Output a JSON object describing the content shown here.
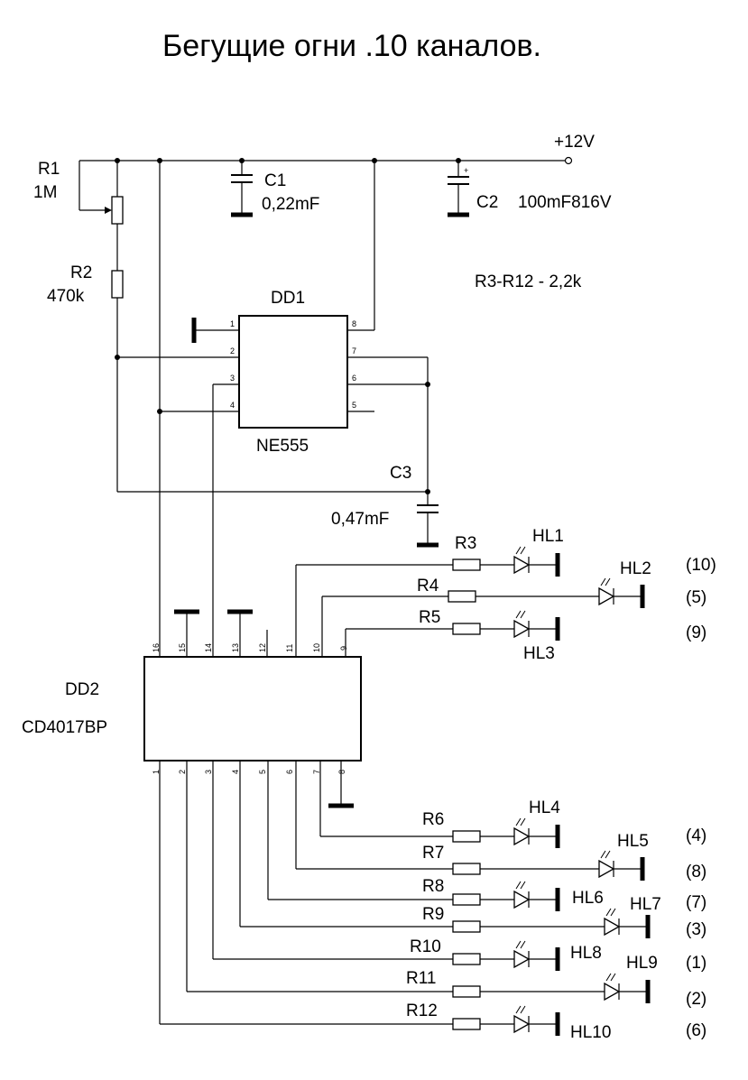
{
  "title": "Бегущие огни .10 каналов.",
  "supply": {
    "label": "+12V"
  },
  "note": "R3-R12 - 2,2k",
  "components": {
    "r1": {
      "ref": "R1",
      "value": "1M"
    },
    "r2": {
      "ref": "R2",
      "value": "470k"
    },
    "c1": {
      "ref": "C1",
      "value": "0,22mF"
    },
    "c2": {
      "ref": "C2",
      "value": "100mF816V",
      "polarity": "+"
    },
    "c3": {
      "ref": "C3",
      "value": "0,47mF"
    },
    "dd1": {
      "ref": "DD1",
      "part": "NE555",
      "pins": [
        "1",
        "2",
        "3",
        "4",
        "5",
        "6",
        "7",
        "8"
      ]
    },
    "dd2": {
      "ref": "DD2",
      "part": "CD4017BP",
      "pins_top": [
        "16",
        "15",
        "14",
        "13",
        "12",
        "11",
        "10",
        "9"
      ],
      "pins_bottom": [
        "1",
        "2",
        "3",
        "4",
        "5",
        "6",
        "7",
        "8"
      ]
    }
  },
  "channels": [
    {
      "resistor": "R3",
      "led": "HL1",
      "order": "(10)"
    },
    {
      "resistor": "R4",
      "led": "HL2",
      "order": "(5)"
    },
    {
      "resistor": "R5",
      "led": "HL3",
      "order": "(9)"
    },
    {
      "resistor": "R6",
      "led": "HL4",
      "order": "(4)"
    },
    {
      "resistor": "R7",
      "led": "HL5",
      "order": "(8)"
    },
    {
      "resistor": "R8",
      "led": "HL6",
      "order": "(7)"
    },
    {
      "resistor": "R9",
      "led": "HL7",
      "order": "(3)"
    },
    {
      "resistor": "R10",
      "led": "HL8",
      "order": "(1)"
    },
    {
      "resistor": "R11",
      "led": "HL9",
      "order": "(2)"
    },
    {
      "resistor": "R12",
      "led": "HL10",
      "order": "(6)"
    }
  ]
}
